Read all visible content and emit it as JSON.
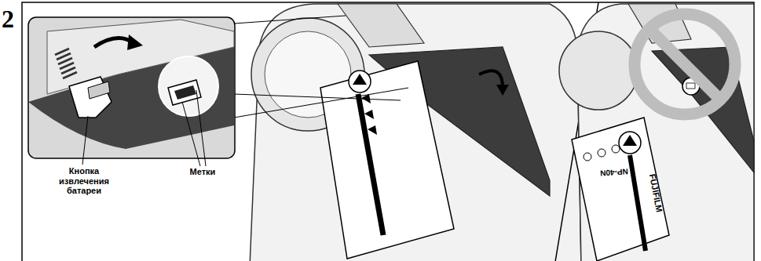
{
  "diagram": {
    "labels": [
      "2",
      "Кнопка извлечения батареи",
      "Метки",
      "NP-40N",
      "FUJIFILM"
    ]
  }
}
